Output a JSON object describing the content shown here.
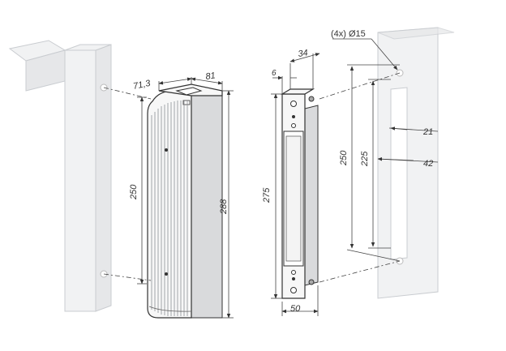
{
  "lock_dimensions": {
    "depth": "71,3",
    "width": "81",
    "hole_spacing": "250",
    "height": "288"
  },
  "keep_dimensions": {
    "offset": "6",
    "depth": "34",
    "height": "275",
    "width": "50"
  },
  "post_dimensions": {
    "holes": "(4x) Ø15",
    "hole_spacing": "250",
    "cutout_height": "225",
    "cutout_offset": "21",
    "cutout_width": "42"
  }
}
